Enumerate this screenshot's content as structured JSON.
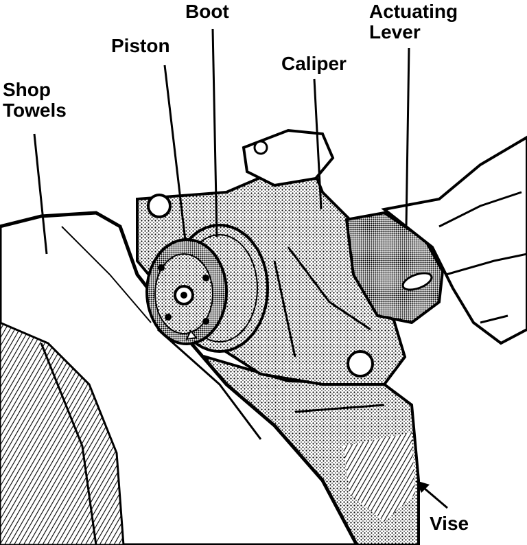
{
  "labels": {
    "boot": "Boot",
    "piston": "Piston",
    "actuating_lever": [
      "Actuating",
      "Lever"
    ],
    "caliper": "Caliper",
    "shop_towels": [
      "Shop",
      "Towels"
    ],
    "vise": "Vise"
  },
  "colors": {
    "ink": "#000000",
    "paper": "#ffffff",
    "stipple": "#8a8a8a",
    "shade": "#4a4a4a"
  }
}
